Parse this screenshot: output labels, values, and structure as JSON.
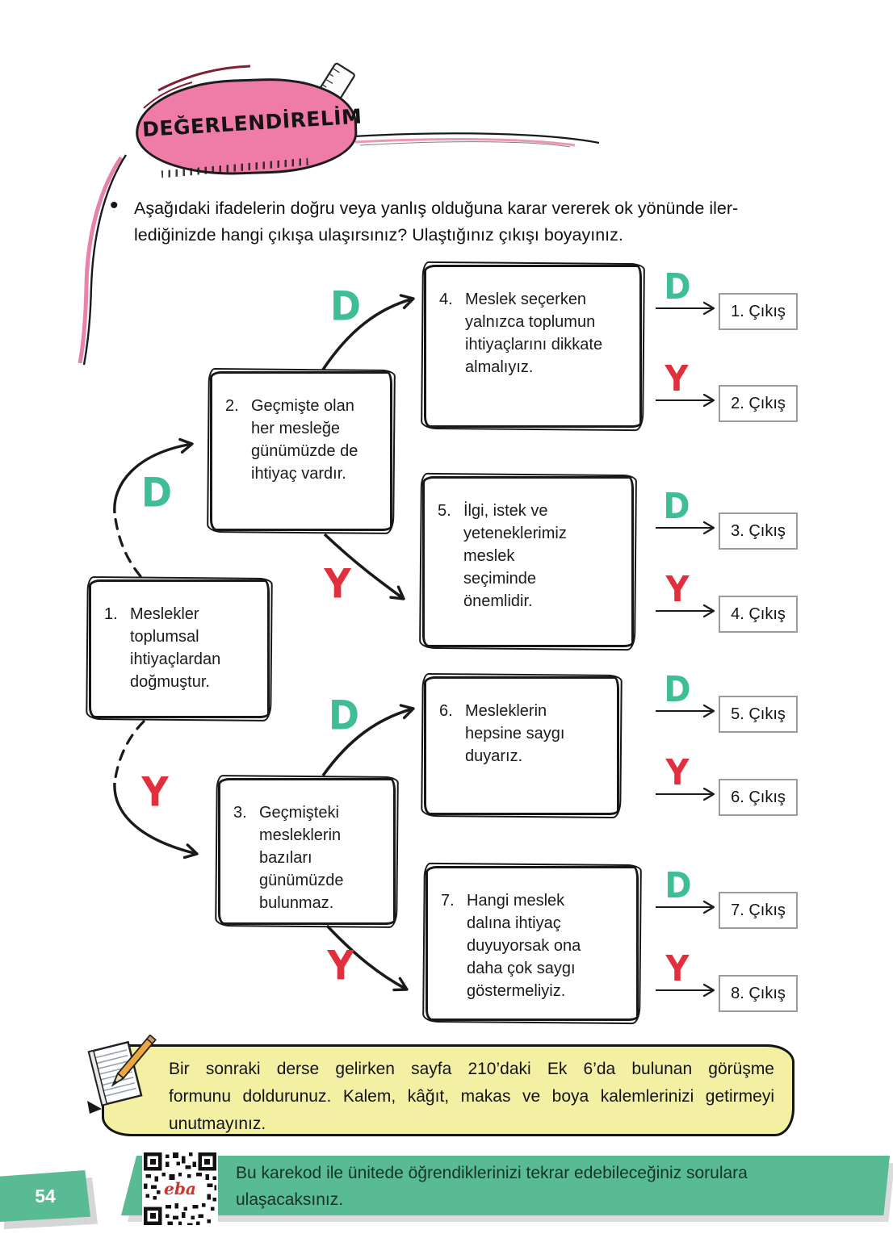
{
  "colors": {
    "pink": "#ee7ca6",
    "true": "#3ebd97",
    "false": "#e12f3d",
    "green": "#58bb93",
    "yellow": "#f3efa3"
  },
  "header": {
    "title": "DEĞERLENDİRELİM"
  },
  "instruction": {
    "bullet": "•",
    "lines": [
      "Aşağıdaki ifadelerin doğru veya yanlış olduğuna karar vererek ok yönünde iler-",
      "lediğinizde hangi çıkışa ulaşırsınız? Ulaştığınız çıkışı boyayınız."
    ]
  },
  "flowchart": {
    "true_label": "D",
    "false_label": "Y",
    "boxes": [
      {
        "num": "1.",
        "text": "Meslekler\ntoplumsal\nihtiyaçlardan\ndoğmuştur."
      },
      {
        "num": "2.",
        "text": "Geçmişte olan\nher mesleğe\ngünümüzde de\nihtiyaç vardır."
      },
      {
        "num": "3.",
        "text": "Geçmişteki\nmesleklerin\nbazıları\ngünümüzde\nbulunmaz."
      },
      {
        "num": "4.",
        "text": "Meslek seçerken\nyalnızca toplumun\nihtiyaçlarını dikkate\nalmalıyız."
      },
      {
        "num": "5.",
        "text": "İlgi, istek ve\nyeteneklerimiz\nmeslek\nseçiminde\nönemlidir."
      },
      {
        "num": "6.",
        "text": "Mesleklerin\nhepsine saygı\nduyarız."
      },
      {
        "num": "7.",
        "text": "Hangi meslek\ndalına ihtiyaç\nduyuyorsak ona\ndaha çok saygı\ngöstermeliyiz."
      }
    ],
    "exits": [
      "1. Çıkış",
      "2. Çıkış",
      "3. Çıkış",
      "4. Çıkış",
      "5. Çıkış",
      "6. Çıkış",
      "7. Çıkış",
      "8. Çıkış"
    ]
  },
  "note": {
    "lines": [
      "Bir sonraki derse gelirken sayfa 210’daki Ek 6’da bulunan görüşme",
      "formunu doldurunuz. Kalem, kâğıt, makas ve boya kalemlerinizi getirmeyi",
      "unutmayınız."
    ]
  },
  "footer": {
    "page_number": "54",
    "qr_logo": "eba",
    "lines": [
      "Bu karekod ile ünitede öğrendiklerinizi tekrar edebileceğiniz sorulara",
      "ulaşacaksınız."
    ]
  }
}
